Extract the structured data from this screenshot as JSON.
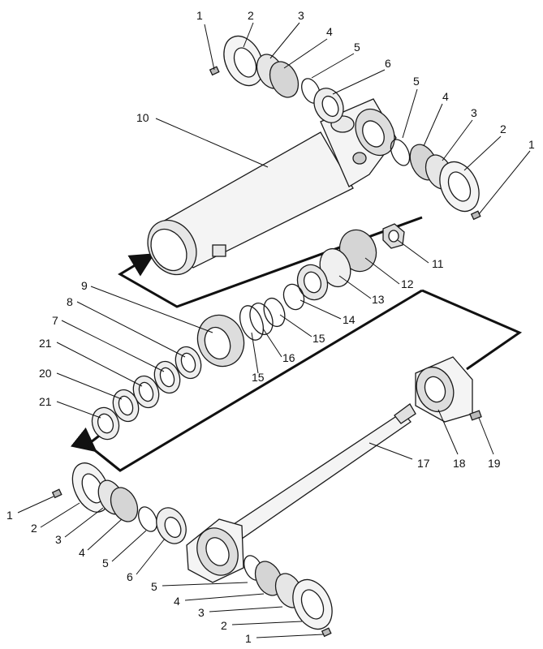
{
  "colors": {
    "ink": "#111111",
    "part_fill": "#f4f4f4",
    "part_shade": "#c8c8c8",
    "background": "#ffffff"
  },
  "callouts": {
    "top_left_1": "1",
    "top_left_2": "2",
    "top_left_3": "3",
    "top_left_4": "4",
    "top_left_5": "5",
    "top_left_6": "6",
    "top_right_5": "5",
    "top_right_4": "4",
    "top_right_3": "3",
    "top_right_2": "2",
    "top_right_1": "1",
    "barrel_10": "10",
    "nut_11": "11",
    "piston_12": "12",
    "spacer_13": "13",
    "ring_14": "14",
    "ring_15a": "15",
    "ring_15b": "15",
    "ring_16": "16",
    "seal_9": "9",
    "seal_8": "8",
    "seal_7": "7",
    "seal_21a": "21",
    "seal_20": "20",
    "seal_21b": "21",
    "rod_17": "17",
    "head_18": "18",
    "screw_19": "19",
    "bot_left_1": "1",
    "bot_left_2": "2",
    "bot_left_3": "3",
    "bot_left_4": "4",
    "bot_left_5": "5",
    "bot_left_6": "6",
    "bot_right_5": "5",
    "bot_right_4": "4",
    "bot_right_3": "3",
    "bot_right_2": "2",
    "bot_right_1": "1"
  }
}
